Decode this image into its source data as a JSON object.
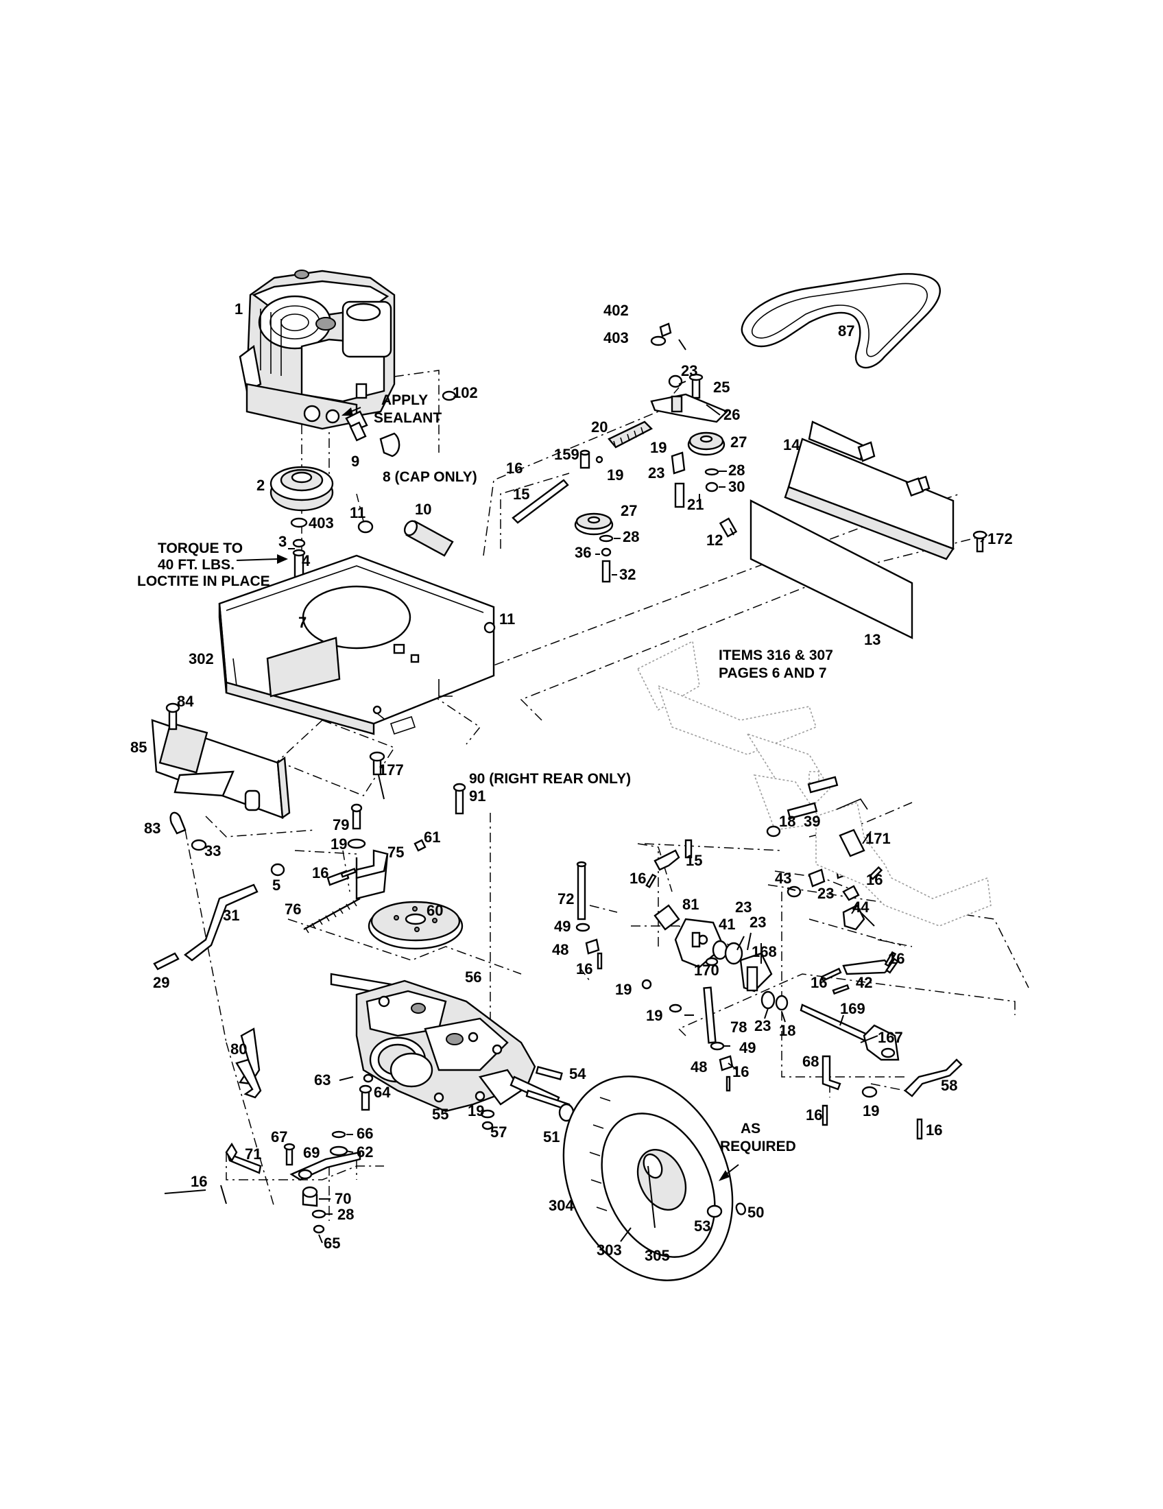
{
  "notes": {
    "apply_sealant_1": "APPLY",
    "apply_sealant_2": "SEALANT",
    "cap_only": "8 (CAP ONLY)",
    "torque_1": "TORQUE TO",
    "torque_2": "40 FT. LBS.",
    "torque_3": "LOCTITE IN PLACE",
    "items_ref_1": "ITEMS 316 & 307",
    "items_ref_2": "PAGES 6 AND 7",
    "right_rear": "90 (RIGHT REAR ONLY)",
    "as_required_1": "AS",
    "as_required_2": "REQUIRED"
  },
  "labels": [
    {
      "text": "1"
    },
    {
      "text": "102"
    },
    {
      "text": "9"
    },
    {
      "text": "2"
    },
    {
      "text": "403"
    },
    {
      "text": "3"
    },
    {
      "text": "4"
    },
    {
      "text": "11"
    },
    {
      "text": "10"
    },
    {
      "text": "302"
    },
    {
      "text": "7"
    },
    {
      "text": "11"
    },
    {
      "text": "402"
    },
    {
      "text": "403"
    },
    {
      "text": "23"
    },
    {
      "text": "25"
    },
    {
      "text": "26"
    },
    {
      "text": "20"
    },
    {
      "text": "159"
    },
    {
      "text": "19"
    },
    {
      "text": "19"
    },
    {
      "text": "16"
    },
    {
      "text": "15"
    },
    {
      "text": "27"
    },
    {
      "text": "23"
    },
    {
      "text": "28"
    },
    {
      "text": "21"
    },
    {
      "text": "30"
    },
    {
      "text": "27"
    },
    {
      "text": "28"
    },
    {
      "text": "36"
    },
    {
      "text": "32"
    },
    {
      "text": "87"
    },
    {
      "text": "14"
    },
    {
      "text": "12"
    },
    {
      "text": "172"
    },
    {
      "text": "13"
    },
    {
      "text": "39"
    },
    {
      "text": "84"
    },
    {
      "text": "85"
    },
    {
      "text": "177"
    },
    {
      "text": "91"
    },
    {
      "text": "79"
    },
    {
      "text": "83"
    },
    {
      "text": "33"
    },
    {
      "text": "19"
    },
    {
      "text": "61"
    },
    {
      "text": "16"
    },
    {
      "text": "75"
    },
    {
      "text": "5"
    },
    {
      "text": "31"
    },
    {
      "text": "76"
    },
    {
      "text": "60"
    },
    {
      "text": "29"
    },
    {
      "text": "56"
    },
    {
      "text": "80"
    },
    {
      "text": "63"
    },
    {
      "text": "64"
    },
    {
      "text": "55"
    },
    {
      "text": "66"
    },
    {
      "text": "62"
    },
    {
      "text": "67"
    },
    {
      "text": "69"
    },
    {
      "text": "16"
    },
    {
      "text": "71"
    },
    {
      "text": "70"
    },
    {
      "text": "28"
    },
    {
      "text": "65"
    },
    {
      "text": "54"
    },
    {
      "text": "19"
    },
    {
      "text": "57"
    },
    {
      "text": "51"
    },
    {
      "text": "304"
    },
    {
      "text": "303"
    },
    {
      "text": "305"
    },
    {
      "text": "53"
    },
    {
      "text": "50"
    },
    {
      "text": "72"
    },
    {
      "text": "16"
    },
    {
      "text": "15"
    },
    {
      "text": "49"
    },
    {
      "text": "48"
    },
    {
      "text": "16"
    },
    {
      "text": "19"
    },
    {
      "text": "81"
    },
    {
      "text": "23"
    },
    {
      "text": "41"
    },
    {
      "text": "23"
    },
    {
      "text": "170"
    },
    {
      "text": "168"
    },
    {
      "text": "19"
    },
    {
      "text": "23"
    },
    {
      "text": "18"
    },
    {
      "text": "78"
    },
    {
      "text": "49"
    },
    {
      "text": "48"
    },
    {
      "text": "16"
    },
    {
      "text": "18"
    },
    {
      "text": "171"
    },
    {
      "text": "43"
    },
    {
      "text": "23"
    },
    {
      "text": "16"
    },
    {
      "text": "44"
    },
    {
      "text": "16"
    },
    {
      "text": "42"
    },
    {
      "text": "16"
    },
    {
      "text": "169"
    },
    {
      "text": "167"
    },
    {
      "text": "68"
    },
    {
      "text": "16"
    },
    {
      "text": "19"
    },
    {
      "text": "58"
    },
    {
      "text": "16"
    }
  ]
}
